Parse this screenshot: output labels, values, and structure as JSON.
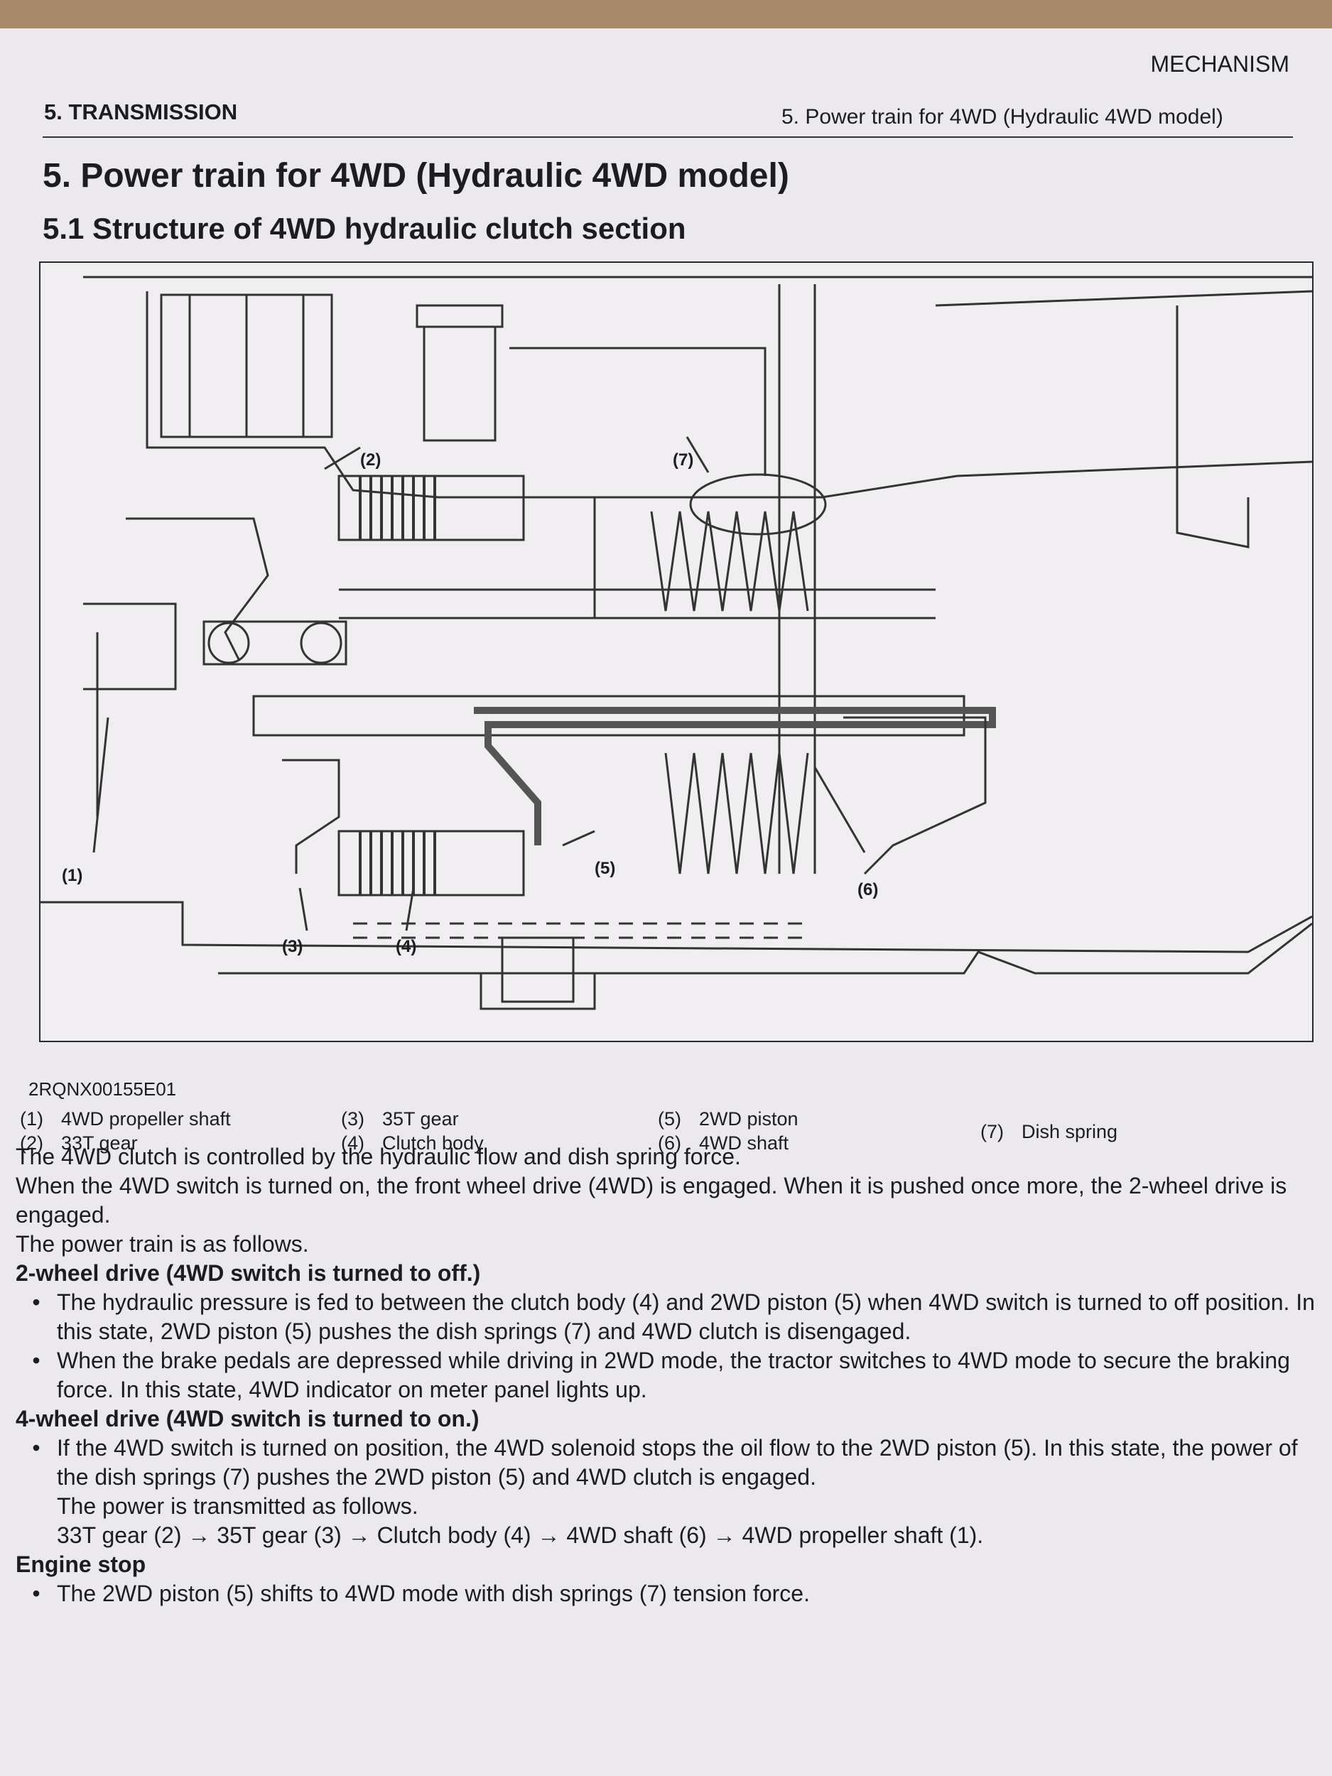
{
  "header": {
    "left": "5. TRANSMISSION",
    "section": "MECHANISM",
    "sub": "5. Power train for 4WD (Hydraulic 4WD model)"
  },
  "title": "5. Power train for 4WD (Hydraulic 4WD model)",
  "subtitle": "5.1 Structure of 4WD hydraulic clutch section",
  "figure": {
    "id": "2RQNX00155E01",
    "callouts": [
      "(1)",
      "(2)",
      "(3)",
      "(4)",
      "(5)",
      "(6)",
      "(7)"
    ]
  },
  "legend": [
    {
      "num": "(1)",
      "label": "4WD propeller shaft"
    },
    {
      "num": "(2)",
      "label": "33T gear"
    },
    {
      "num": "(3)",
      "label": "35T gear"
    },
    {
      "num": "(4)",
      "label": "Clutch body"
    },
    {
      "num": "(5)",
      "label": "2WD piston"
    },
    {
      "num": "(6)",
      "label": "4WD shaft"
    },
    {
      "num": "(7)",
      "label": "Dish spring"
    }
  ],
  "intro": [
    "The 4WD clutch is controlled by the hydraulic flow and dish spring force.",
    "When the 4WD switch is turned on, the front wheel drive (4WD) is engaged. When it is pushed once more, the 2-wheel drive is engaged.",
    "The power train is as follows."
  ],
  "sections": [
    {
      "heading": "2-wheel drive (4WD switch is turned to off.)",
      "bullets": [
        "The hydraulic pressure is fed to between the clutch body (4) and 2WD piston (5) when 4WD switch is turned to off position. In this state, 2WD piston (5) pushes the dish springs (7) and 4WD clutch is disengaged.",
        "When the brake pedals are depressed while driving in 2WD mode, the tractor switches to 4WD mode to secure the braking force. In this state, 4WD indicator on meter panel lights up."
      ]
    },
    {
      "heading": "4-wheel drive (4WD switch is turned to on.)",
      "bullets": [
        "If the 4WD switch is turned on position, the 4WD solenoid stops the oil flow to the 2WD piston (5). In this state, the power of the dish springs (7) pushes the 2WD piston (5) and 4WD clutch is engaged."
      ],
      "extra": [
        "The power is transmitted as follows.",
        "33T gear (2) → 35T gear (3) → Clutch body (4) → 4WD shaft (6) → 4WD propeller shaft (1)."
      ]
    },
    {
      "heading": "Engine stop",
      "bullets": [
        "The 2WD piston (5) shifts to 4WD mode with dish springs (7) tension force."
      ]
    }
  ]
}
